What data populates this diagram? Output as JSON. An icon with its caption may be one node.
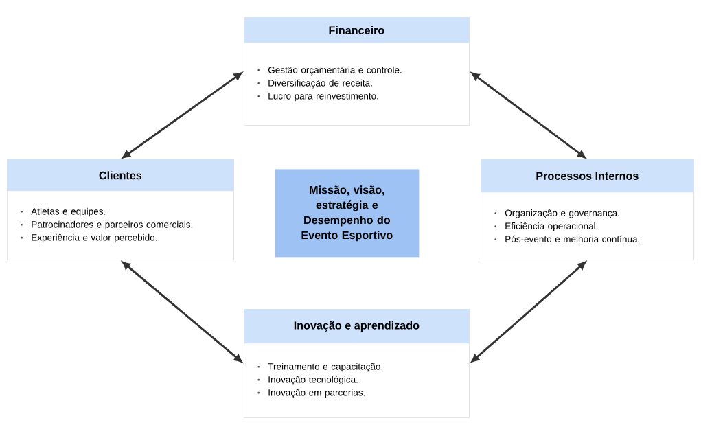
{
  "diagram": {
    "nodes": [
      {
        "text": [
          "Financeiro",
          "Gestão orçamentária e controle.",
          "Diversificação de receita.",
          "Lucro para reinvestimento."
        ]
      },
      {
        "text": [
          "Clientes",
          "Atletas e equipes.",
          "Patrocinadores e parceiros comerciais.",
          "Experiência e valor percebido."
        ]
      },
      {
        "text": [
          "Processos Internos",
          "Organização e governança.",
          "Eficiência operacional.",
          "Pós-evento e melhoria contínua."
        ]
      },
      {
        "text": [
          "Inovação e aprendizado",
          "Treinamento e capacitação.",
          "Inovação tecnológica.",
          "Inovação em parcerias."
        ]
      },
      {
        "text": [
          "Missão, visão, estratégia e Desempenho do Evento Esportivo"
        ]
      }
    ],
    "edges": [
      {
        "from": 0,
        "to": 1,
        "arrow": "both"
      },
      {
        "from": 0,
        "to": 2,
        "arrow": "both"
      },
      {
        "from": 1,
        "to": 3,
        "arrow": "both"
      },
      {
        "from": 2,
        "to": 3,
        "arrow": "both"
      }
    ]
  }
}
